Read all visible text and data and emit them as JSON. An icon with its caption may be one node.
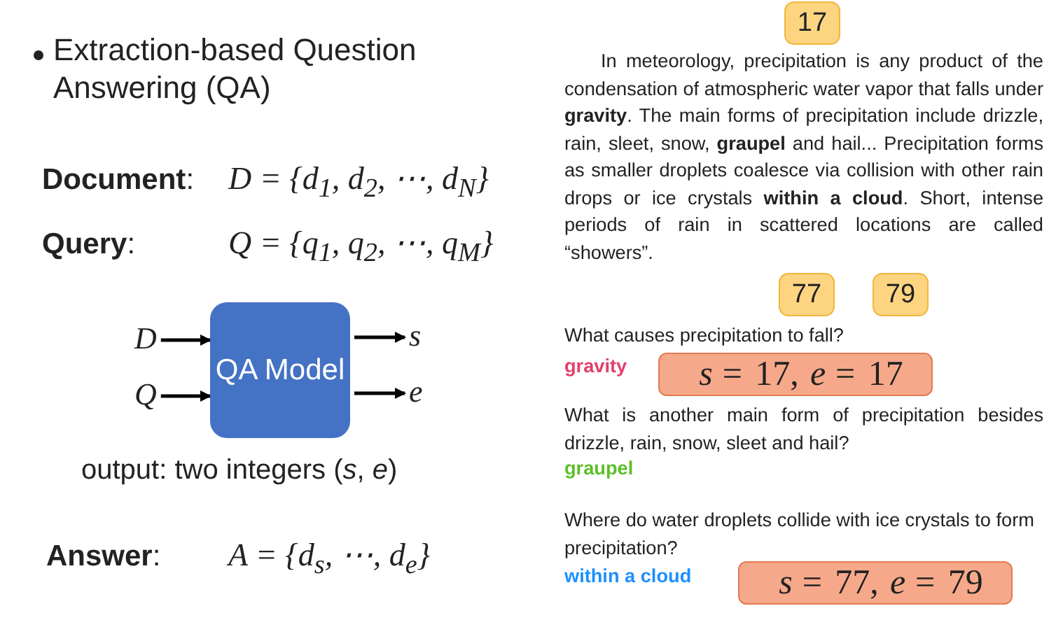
{
  "diagram": {
    "title": "Extraction-based Question Answering (QA)",
    "nodes": [
      {
        "text": [
          "D"
        ]
      },
      {
        "text": [
          "Q"
        ]
      },
      {
        "text": [
          "QA Model"
        ]
      },
      {
        "text": [
          "s"
        ]
      },
      {
        "text": [
          "e"
        ]
      },
      {
        "text": [
          "17"
        ]
      },
      {
        "text": [
          "77"
        ]
      },
      {
        "text": [
          "79"
        ]
      },
      {
        "text": [
          "*s* = 17, *e* = 17"
        ]
      },
      {
        "text": [
          "*s* = 77, *e* = 79"
        ]
      }
    ],
    "edges": [
      {
        "from": 0,
        "to": 2,
        "arrow": "to"
      },
      {
        "from": 1,
        "to": 2,
        "arrow": "to"
      },
      {
        "from": 2,
        "to": 3,
        "arrow": "to"
      },
      {
        "from": 2,
        "to": 4,
        "arrow": "to"
      }
    ],
    "labels": [
      "**Document**:",
      "D = {d$_{1}$, d$_{2}$, ⋯, d$_{N}$}",
      "**Query**:",
      "Q = {q$_{1}$, q$_{2}$, ⋯, q$_{M}$}",
      "output: two integers (*s*, *e*)",
      "**Answer**:",
      "A = {d$_{s}$, ⋯, d$_{e}$}",
      "In meteorology, precipitation is any product of the condensation of atmospheric water vapor that falls under **gravity**. The main forms of precipitation include drizzle, rain, sleet, snow, **graupel** and hail... Precipitation forms as smaller droplets coalesce via collision with other rain drops or ice crystals **within a cloud**. Short, intense periods of rain in scattered locations are called “showers”.",
      "What causes precipitation to fall?",
      "gravity",
      "What is another main form of precipitation besides drizzle, rain, snow, sleet and hail?",
      "graupel",
      "Where do water droplets collide with ice crystals to form precipitation?",
      "within a cloud"
    ]
  }
}
